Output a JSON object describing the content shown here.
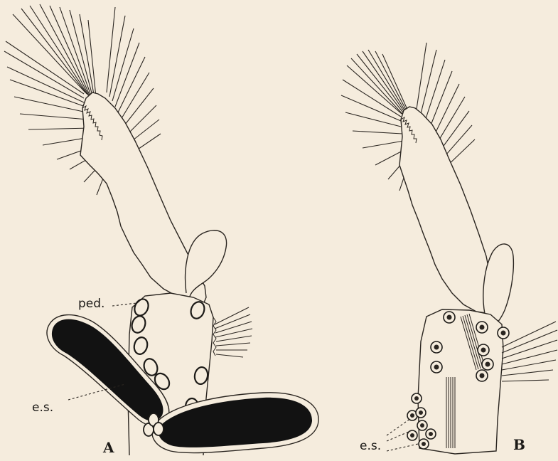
{
  "figure": {
    "panel_a": {
      "letter": "A",
      "labels": {
        "ped": "ped.",
        "es": "e.s."
      }
    },
    "panel_b": {
      "letter": "B",
      "labels": {
        "es": "e.s."
      }
    }
  }
}
